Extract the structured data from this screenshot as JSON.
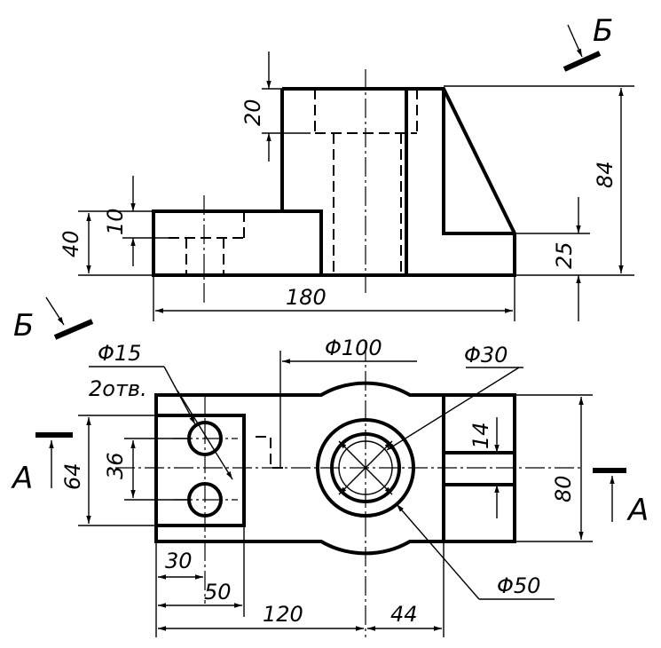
{
  "dimensions": {
    "d20": "20",
    "d84": "84",
    "d40": "40",
    "d10": "10",
    "d25": "25",
    "d180": "180",
    "phi100": "Φ100",
    "phi30": "Φ30",
    "phi15": "Φ15",
    "holes": "2отв.",
    "d64": "64",
    "d36": "36",
    "d14": "14",
    "d80": "80",
    "d30": "30",
    "d50": "50",
    "d120": "120",
    "d44": "44",
    "phi50": "Φ50"
  },
  "section_labels": {
    "b_top": "Б",
    "b_left": "Б",
    "a_left": "А",
    "a_right": "А"
  }
}
